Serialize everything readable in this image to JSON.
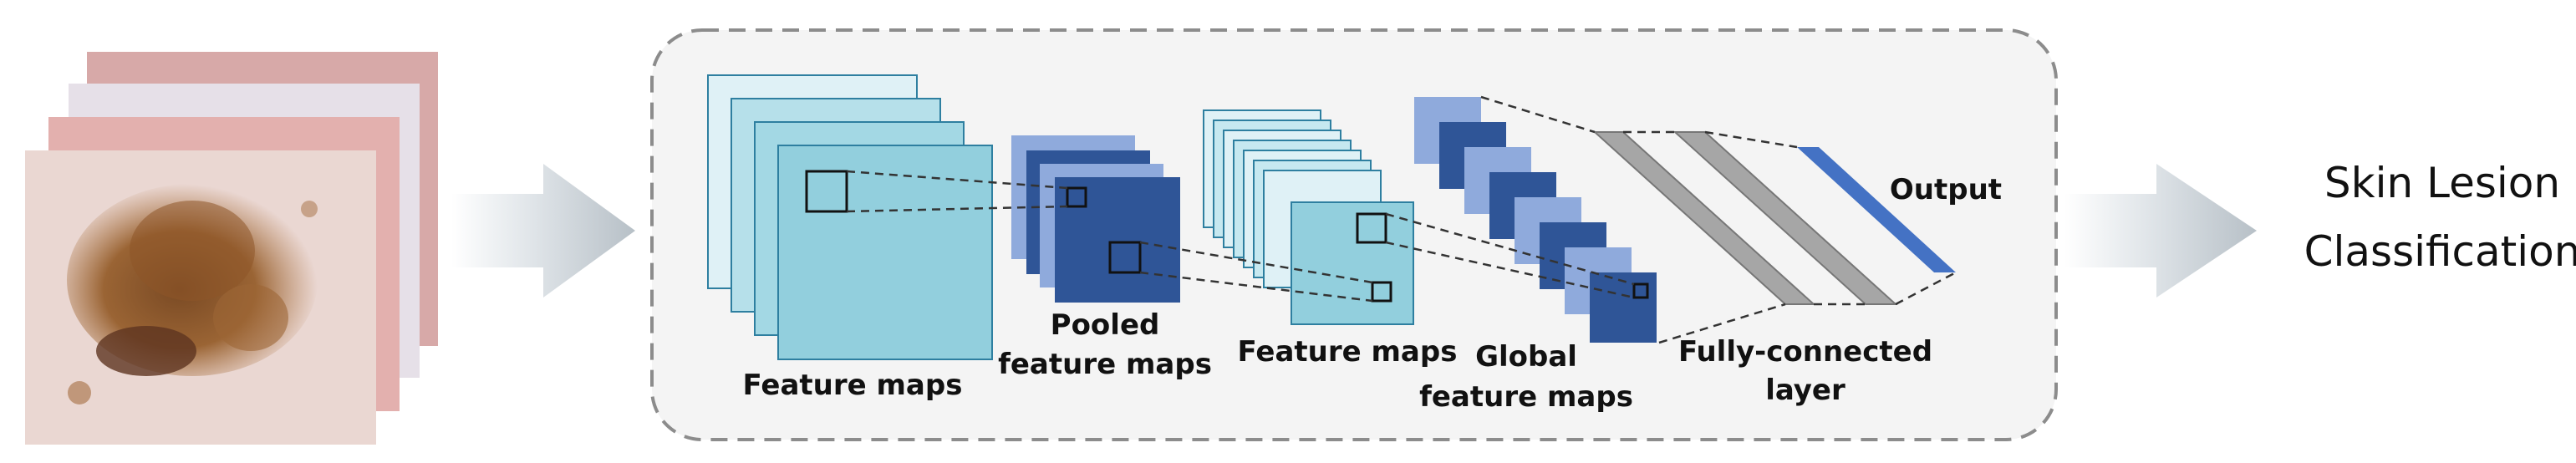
{
  "diagram": {
    "labels": {
      "feature_maps_1": "Feature maps",
      "pooled_line1": "Pooled",
      "pooled_line2": "feature maps",
      "feature_maps_2": "Feature maps",
      "global_line1": "Global",
      "global_line2": "feature maps",
      "fc_line1": "Fully-connected",
      "fc_line2": "layer",
      "output": "Output",
      "result_line1": "Skin Lesion",
      "result_line2": "Classification"
    },
    "colors": {
      "light_cyan": "#cfe9f2",
      "cyan": "#8fcfdd",
      "dark_blue": "#2f5597",
      "mid_blue": "#8faadc",
      "gray_bar": "#a6a6a6",
      "output_bar": "#4472c4",
      "frame_border": "#8c8c8c",
      "frame_fill": "#f2f2f2",
      "arrow": "#c9d1d6"
    },
    "icons": {
      "input_images": "skin-lesion-photo-stack",
      "arrow_in": "arrow-right-icon",
      "arrow_out": "arrow-right-icon"
    }
  }
}
